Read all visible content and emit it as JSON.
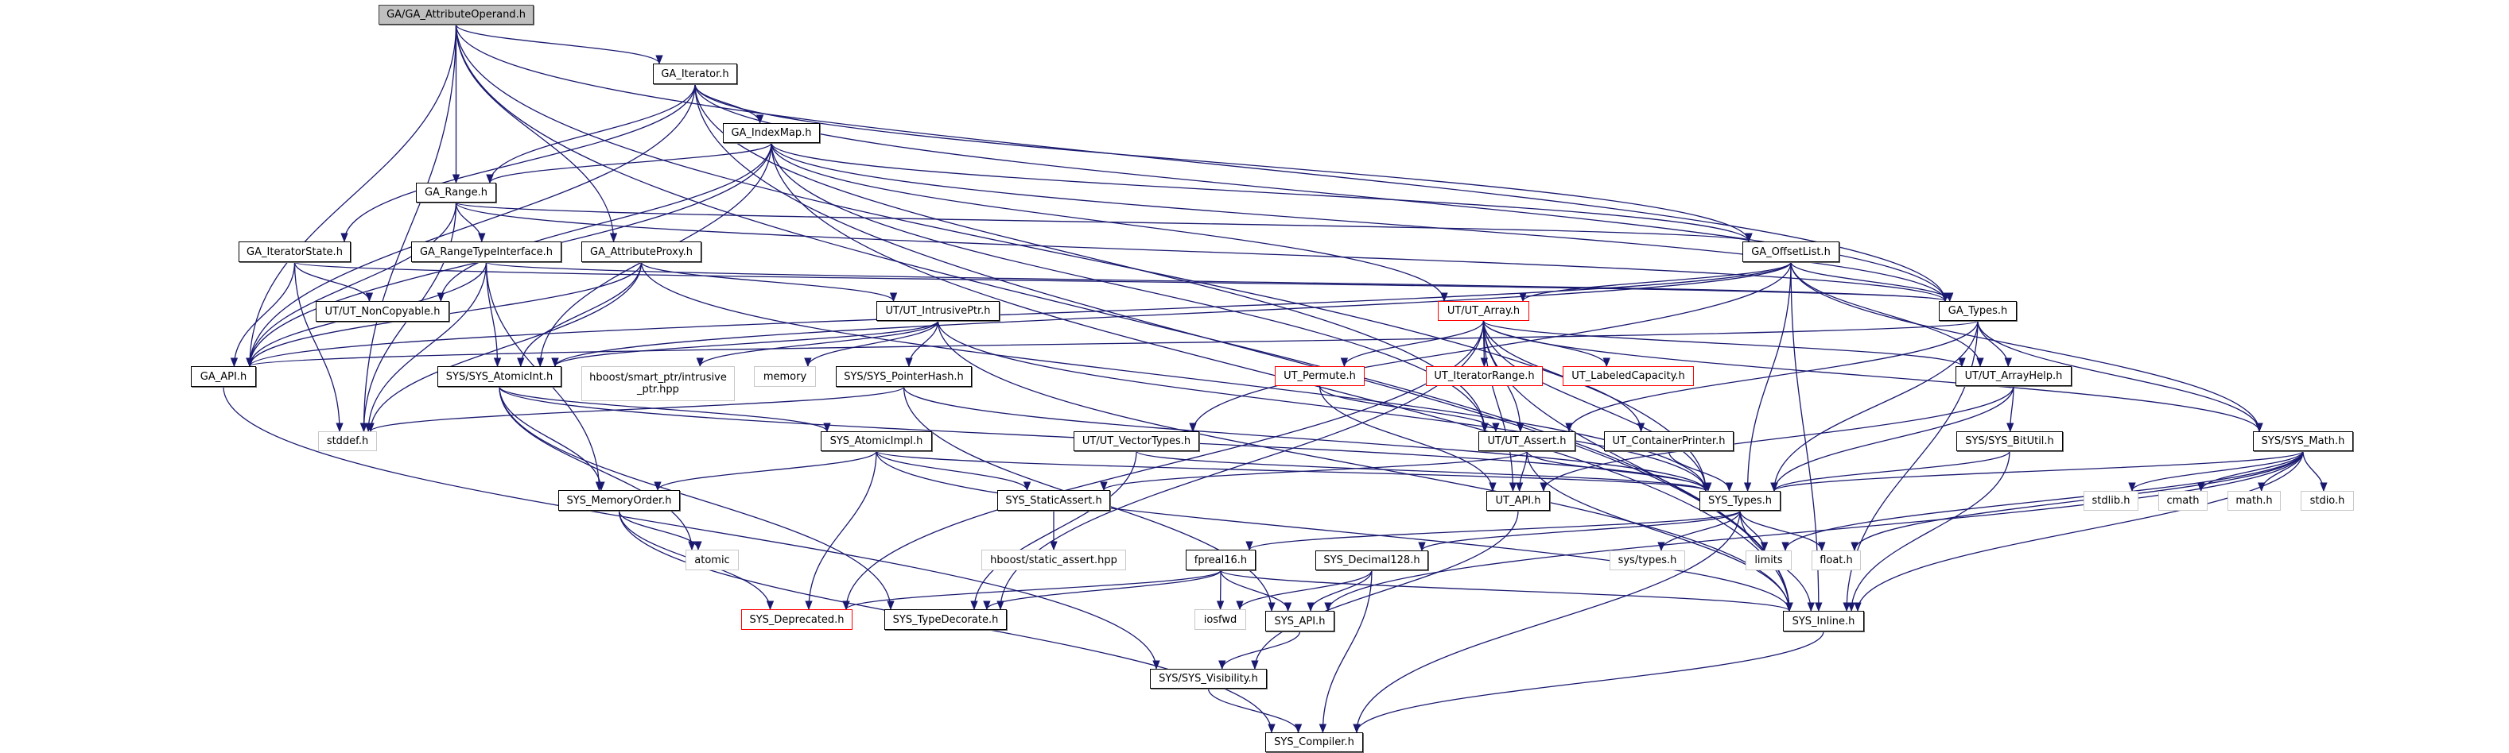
{
  "title": "GA/GA_AttributeOperand.h",
  "colors": {
    "edge": "#191970",
    "root_fill": "#bfbfbf",
    "incomplete_border": "#ff0000",
    "external_border": "#c8c8c8"
  },
  "graph": {
    "nodes": [
      {
        "id": "ao",
        "label": "GA/GA_AttributeOperand.h",
        "style": "root"
      },
      {
        "id": "iter",
        "label": "GA_Iterator.h",
        "style": "normal"
      },
      {
        "id": "imap",
        "label": "GA_IndexMap.h",
        "style": "normal"
      },
      {
        "id": "range",
        "label": "GA_Range.h",
        "style": "normal"
      },
      {
        "id": "itstate",
        "label": "GA_IteratorState.h",
        "style": "normal"
      },
      {
        "id": "rti",
        "label": "GA_RangeTypeInterface.h",
        "style": "normal"
      },
      {
        "id": "aproxy",
        "label": "GA_AttributeProxy.h",
        "style": "normal"
      },
      {
        "id": "offlist",
        "label": "GA_OffsetList.h",
        "style": "normal"
      },
      {
        "id": "noncopy",
        "label": "UT/UT_NonCopyable.h",
        "style": "normal"
      },
      {
        "id": "iptr",
        "label": "UT/UT_IntrusivePtr.h",
        "style": "normal"
      },
      {
        "id": "utarray",
        "label": "UT/UT_Array.h",
        "style": "incomplete"
      },
      {
        "id": "gatypes",
        "label": "GA_Types.h",
        "style": "normal"
      },
      {
        "id": "gaapi",
        "label": "GA_API.h",
        "style": "normal"
      },
      {
        "id": "atomicint",
        "label": "SYS/SYS_AtomicInt.h",
        "style": "normal"
      },
      {
        "id": "hbintr",
        "label": "hboost/smart_ptr/intrusive\n_ptr.hpp",
        "style": "external"
      },
      {
        "id": "memory",
        "label": "memory",
        "style": "external"
      },
      {
        "id": "phash",
        "label": "SYS/SYS_PointerHash.h",
        "style": "normal"
      },
      {
        "id": "permute",
        "label": "UT_Permute.h",
        "style": "incomplete"
      },
      {
        "id": "itrange",
        "label": "UT_IteratorRange.h",
        "style": "incomplete"
      },
      {
        "id": "labcap",
        "label": "UT_LabeledCapacity.h",
        "style": "incomplete"
      },
      {
        "id": "arrayhelp",
        "label": "UT/UT_ArrayHelp.h",
        "style": "normal"
      },
      {
        "id": "stddef",
        "label": "stddef.h",
        "style": "external"
      },
      {
        "id": "atomicimpl",
        "label": "SYS_AtomicImpl.h",
        "style": "normal"
      },
      {
        "id": "vectypes",
        "label": "UT/UT_VectorTypes.h",
        "style": "normal"
      },
      {
        "id": "utassert",
        "label": "UT/UT_Assert.h",
        "style": "normal"
      },
      {
        "id": "contprint",
        "label": "UT_ContainerPrinter.h",
        "style": "normal"
      },
      {
        "id": "bitutil",
        "label": "SYS/SYS_BitUtil.h",
        "style": "normal"
      },
      {
        "id": "sysmath",
        "label": "SYS/SYS_Math.h",
        "style": "normal"
      },
      {
        "id": "memorder",
        "label": "SYS_MemoryOrder.h",
        "style": "normal"
      },
      {
        "id": "staticassert",
        "label": "SYS_StaticAssert.h",
        "style": "normal"
      },
      {
        "id": "utapi",
        "label": "UT_API.h",
        "style": "normal"
      },
      {
        "id": "systypes",
        "label": "SYS_Types.h",
        "style": "normal"
      },
      {
        "id": "stdlib",
        "label": "stdlib.h",
        "style": "external"
      },
      {
        "id": "cmath",
        "label": "cmath",
        "style": "external"
      },
      {
        "id": "mathh",
        "label": "math.h",
        "style": "external"
      },
      {
        "id": "stdio",
        "label": "stdio.h",
        "style": "external"
      },
      {
        "id": "atomic",
        "label": "atomic",
        "style": "external"
      },
      {
        "id": "hbstatic",
        "label": "hboost/static_assert.hpp",
        "style": "external"
      },
      {
        "id": "fpreal16",
        "label": "fpreal16.h",
        "style": "normal"
      },
      {
        "id": "dec128",
        "label": "SYS_Decimal128.h",
        "style": "normal"
      },
      {
        "id": "systypesh",
        "label": "sys/types.h",
        "style": "external"
      },
      {
        "id": "limits",
        "label": "limits",
        "style": "external"
      },
      {
        "id": "floath",
        "label": "float.h",
        "style": "external"
      },
      {
        "id": "deprecated",
        "label": "SYS_Deprecated.h",
        "style": "incomplete"
      },
      {
        "id": "typedecorate",
        "label": "SYS_TypeDecorate.h",
        "style": "normal"
      },
      {
        "id": "iosfwd",
        "label": "iosfwd",
        "style": "external"
      },
      {
        "id": "sysapi",
        "label": "SYS_API.h",
        "style": "normal"
      },
      {
        "id": "sysinline",
        "label": "SYS_Inline.h",
        "style": "normal"
      },
      {
        "id": "visibility",
        "label": "SYS/SYS_Visibility.h",
        "style": "normal"
      },
      {
        "id": "compiler",
        "label": "SYS_Compiler.h",
        "style": "normal"
      }
    ],
    "edges": [
      [
        "ao",
        "iter"
      ],
      [
        "ao",
        "range"
      ],
      [
        "ao",
        "aproxy"
      ],
      [
        "ao",
        "gaapi"
      ],
      [
        "ao",
        "stddef"
      ],
      [
        "ao",
        "gatypes"
      ],
      [
        "ao",
        "systypes"
      ],
      [
        "ao",
        "sysinline"
      ],
      [
        "iter",
        "imap"
      ],
      [
        "iter",
        "range"
      ],
      [
        "iter",
        "itstate"
      ],
      [
        "iter",
        "gaapi"
      ],
      [
        "iter",
        "gatypes"
      ],
      [
        "iter",
        "offlist"
      ],
      [
        "iter",
        "sysinline"
      ],
      [
        "iter",
        "utassert"
      ],
      [
        "imap",
        "range"
      ],
      [
        "imap",
        "offlist"
      ],
      [
        "imap",
        "gatypes"
      ],
      [
        "imap",
        "gaapi"
      ],
      [
        "imap",
        "noncopy"
      ],
      [
        "imap",
        "atomicint"
      ],
      [
        "imap",
        "utassert"
      ],
      [
        "imap",
        "sysinline"
      ],
      [
        "imap",
        "utarray"
      ],
      [
        "range",
        "rti"
      ],
      [
        "range",
        "gaapi"
      ],
      [
        "range",
        "offlist"
      ],
      [
        "range",
        "gatypes"
      ],
      [
        "range",
        "stddef"
      ],
      [
        "itstate",
        "gaapi"
      ],
      [
        "itstate",
        "noncopy"
      ],
      [
        "itstate",
        "stddef"
      ],
      [
        "itstate",
        "gatypes"
      ],
      [
        "rti",
        "gaapi"
      ],
      [
        "rti",
        "atomicint"
      ],
      [
        "rti",
        "stddef"
      ],
      [
        "rti",
        "gatypes"
      ],
      [
        "rti",
        "memorder"
      ],
      [
        "aproxy",
        "gaapi"
      ],
      [
        "aproxy",
        "iptr"
      ],
      [
        "aproxy",
        "atomicint"
      ],
      [
        "aproxy",
        "systypes"
      ],
      [
        "aproxy",
        "stddef"
      ],
      [
        "offlist",
        "gatypes"
      ],
      [
        "offlist",
        "utarray"
      ],
      [
        "offlist",
        "arrayhelp"
      ],
      [
        "offlist",
        "sysmath"
      ],
      [
        "offlist",
        "systypes"
      ],
      [
        "offlist",
        "gaapi"
      ],
      [
        "offlist",
        "vectypes"
      ],
      [
        "offlist",
        "sysinline"
      ],
      [
        "offlist",
        "atomicint"
      ],
      [
        "gatypes",
        "arrayhelp"
      ],
      [
        "gatypes",
        "sysmath"
      ],
      [
        "gatypes",
        "systypes"
      ],
      [
        "gatypes",
        "utassert"
      ],
      [
        "gatypes",
        "gaapi"
      ],
      [
        "gatypes",
        "sysinline"
      ],
      [
        "utarray",
        "permute"
      ],
      [
        "utarray",
        "itrange"
      ],
      [
        "utarray",
        "labcap"
      ],
      [
        "utarray",
        "utassert"
      ],
      [
        "utarray",
        "contprint"
      ],
      [
        "utarray",
        "utapi"
      ],
      [
        "utarray",
        "systypes"
      ],
      [
        "utarray",
        "arrayhelp"
      ],
      [
        "utarray",
        "deprecated"
      ],
      [
        "utarray",
        "typedecorate"
      ],
      [
        "utarray",
        "sysinline"
      ],
      [
        "utarray",
        "sysmath"
      ],
      [
        "iptr",
        "hbintr"
      ],
      [
        "iptr",
        "memory"
      ],
      [
        "iptr",
        "phash"
      ],
      [
        "iptr",
        "atomicint"
      ],
      [
        "iptr",
        "systypes"
      ],
      [
        "iptr",
        "sysinline"
      ],
      [
        "phash",
        "stddef"
      ],
      [
        "phash",
        "systypes"
      ],
      [
        "phash",
        "sysapi"
      ],
      [
        "atomicint",
        "memorder"
      ],
      [
        "atomicint",
        "atomicimpl"
      ],
      [
        "atomicint",
        "atomic"
      ],
      [
        "atomicint",
        "typedecorate"
      ],
      [
        "atomicint",
        "systypes"
      ],
      [
        "atomicimpl",
        "memorder"
      ],
      [
        "atomicimpl",
        "staticassert"
      ],
      [
        "atomicimpl",
        "deprecated"
      ],
      [
        "atomicimpl",
        "systypes"
      ],
      [
        "atomicimpl",
        "sysinline"
      ],
      [
        "vectypes",
        "systypes"
      ],
      [
        "vectypes",
        "typedecorate"
      ],
      [
        "permute",
        "utassert"
      ],
      [
        "permute",
        "utapi"
      ],
      [
        "utassert",
        "utapi"
      ],
      [
        "utassert",
        "systypes"
      ],
      [
        "utassert",
        "staticassert"
      ],
      [
        "utassert",
        "sysinline"
      ],
      [
        "contprint",
        "systypes"
      ],
      [
        "arrayhelp",
        "bitutil"
      ],
      [
        "arrayhelp",
        "systypes"
      ],
      [
        "arrayhelp",
        "utapi"
      ],
      [
        "bitutil",
        "systypes"
      ],
      [
        "bitutil",
        "sysinline"
      ],
      [
        "sysmath",
        "systypes"
      ],
      [
        "sysmath",
        "stdlib"
      ],
      [
        "sysmath",
        "cmath"
      ],
      [
        "sysmath",
        "mathh"
      ],
      [
        "sysmath",
        "stdio"
      ],
      [
        "sysmath",
        "limits"
      ],
      [
        "sysmath",
        "floath"
      ],
      [
        "sysmath",
        "sysinline"
      ],
      [
        "sysmath",
        "sysapi"
      ],
      [
        "memorder",
        "atomic"
      ],
      [
        "memorder",
        "deprecated"
      ],
      [
        "memorder",
        "compiler"
      ],
      [
        "staticassert",
        "hbstatic"
      ],
      [
        "utapi",
        "visibility"
      ],
      [
        "gaapi",
        "visibility"
      ],
      [
        "systypes",
        "fpreal16"
      ],
      [
        "systypes",
        "dec128"
      ],
      [
        "systypes",
        "systypesh"
      ],
      [
        "systypes",
        "limits"
      ],
      [
        "systypes",
        "floath"
      ],
      [
        "systypes",
        "sysinline"
      ],
      [
        "systypes",
        "compiler"
      ],
      [
        "fpreal16",
        "iosfwd"
      ],
      [
        "fpreal16",
        "sysapi"
      ],
      [
        "fpreal16",
        "deprecated"
      ],
      [
        "fpreal16",
        "typedecorate"
      ],
      [
        "fpreal16",
        "sysinline"
      ],
      [
        "dec128",
        "sysapi"
      ],
      [
        "dec128",
        "iosfwd"
      ],
      [
        "dec128",
        "compiler"
      ],
      [
        "sysapi",
        "visibility"
      ],
      [
        "sysinline",
        "compiler"
      ],
      [
        "visibility",
        "compiler"
      ]
    ]
  }
}
